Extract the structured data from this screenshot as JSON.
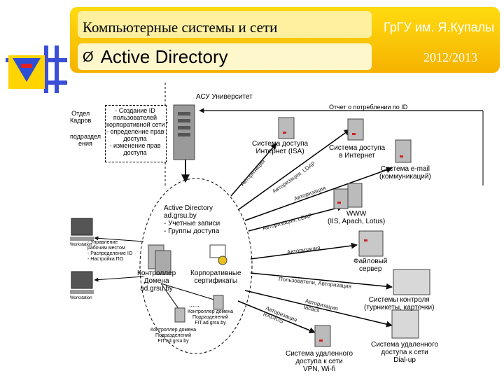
{
  "header": {
    "course_title": "Компьютерные системы и сети",
    "university": "ГрГУ им. Я.Купалы",
    "subtitle": "Active Directory",
    "bullet": "Ø",
    "year": "2012/2013",
    "brand_color": "#f6b200"
  },
  "diagram": {
    "nodes": {
      "asu": "АСУ Университет",
      "hr_dept": "Отдел\nКадров",
      "subdivisions": "подраздел\nения",
      "hr_note": "- Создание ID\nпользователей\nкорпоративной сети\n- определение прав\nдоступа\n- изменение прав\nдоступа",
      "report": "Отчет о потреблении по ID",
      "isa": "Система доступа\nИнтернет (ISA)",
      "inet_access": "Система доступа\nв Интернет",
      "email": "Система e-mail\n(коммуникаций)",
      "www": "WWW\n(IIS, Apach, Lotus)",
      "fileserver": "Файловый\nсервер",
      "control": "Системы контроля\n(турникеты, карточки)",
      "vpn": "Система удаленного\nдоступа к сети\nVPN, Wi-fi",
      "dialup": "Система удаленного\nдоступа к сети\nDial-up",
      "ad": "Active Directory\nad.grsu.by\n- Учетные записи\n- Группы доступа",
      "dc": "Контроллер\nДомена\nad.grsu.by",
      "certs": "Корпоративные\nсертификаты",
      "dc_sub": "Контроллер домена\nПодразделений\nFIT.ad.grsu.by",
      "dc_sub2": "Контроллер домена\nПодразделений\nFIT.ad.grsu.by",
      "ws_note": "- Управление\nрабочим местом\n- Распределение IO\n- Настройка ПО",
      "ws1_label": "Workstation",
      "ws2_label": "Workstation",
      "ellipsis": "......"
    },
    "edges": {
      "auth_ldap": "Авторизация, LDAP",
      "authorization": "Авторизация",
      "users_auth": "Пользователи, Авторизация",
      "auth_tacacs": "Авторизация\ntacacs",
      "auth_radius": "Авторизация\nRADIUS"
    }
  }
}
